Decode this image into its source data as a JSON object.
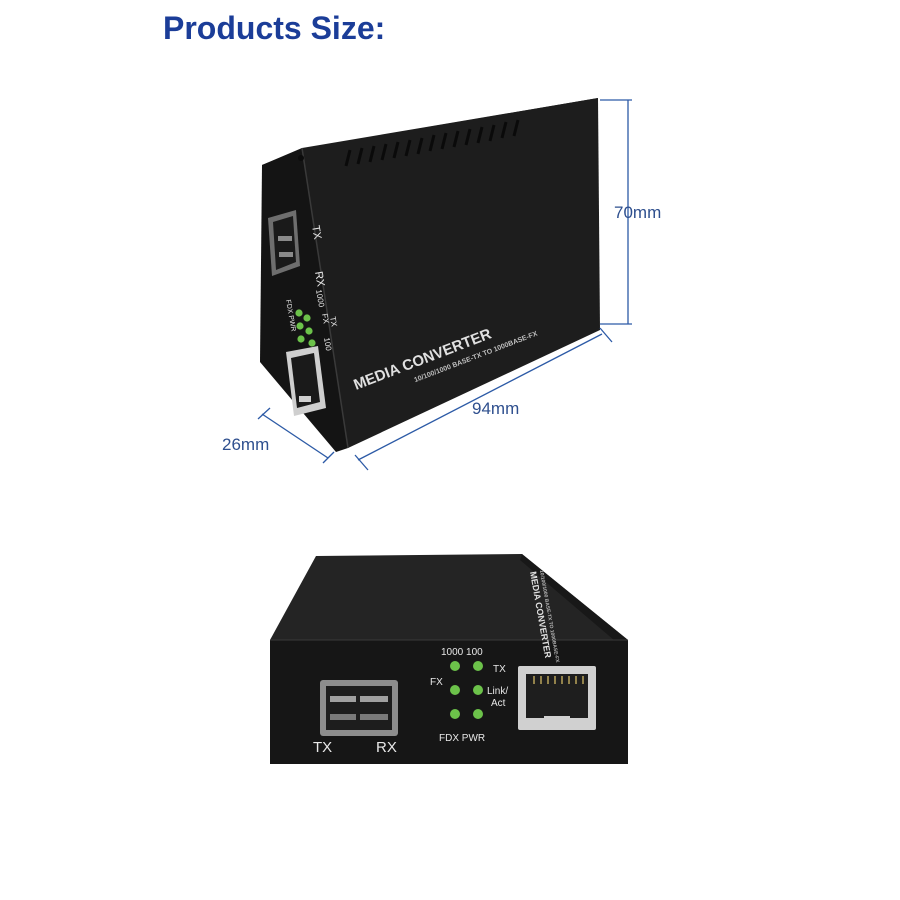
{
  "page": {
    "title": "Products Size:"
  },
  "colors": {
    "title": "#1b3d98",
    "dimension": "#2e4f8e",
    "dimension_line": "#2c5aa6",
    "device_body": "#1c1c1c",
    "device_top": "#232323",
    "device_side": "#141414",
    "led": "#6cc24a",
    "device_text": "#e8e8e8"
  },
  "dimensions": {
    "height": "70mm",
    "length": "94mm",
    "depth": "26mm"
  },
  "top_device": {
    "label": "MEDIA CONVERTER",
    "sublabel": "10/100/1000 BASE-TX TO 1000BASE-FX",
    "port_tx": "TX",
    "port_rx": "RX",
    "led_1000": "1000",
    "led_100": "100",
    "led_fx": "FX",
    "led_tx": "TX",
    "led_fdx_pwr": "FDX PWR"
  },
  "bottom_device": {
    "label": "MEDIA CONVERTER",
    "sublabel": "10/100/1000 BASE-TX TO 1000BASE-FX",
    "led_top_label": "1000 100",
    "led_fx": "FX",
    "led_tx": "TX",
    "led_link": "Link/",
    "led_act": "Act",
    "led_fdx_pwr": "FDX PWR",
    "port_tx": "TX",
    "port_rx": "RX"
  }
}
